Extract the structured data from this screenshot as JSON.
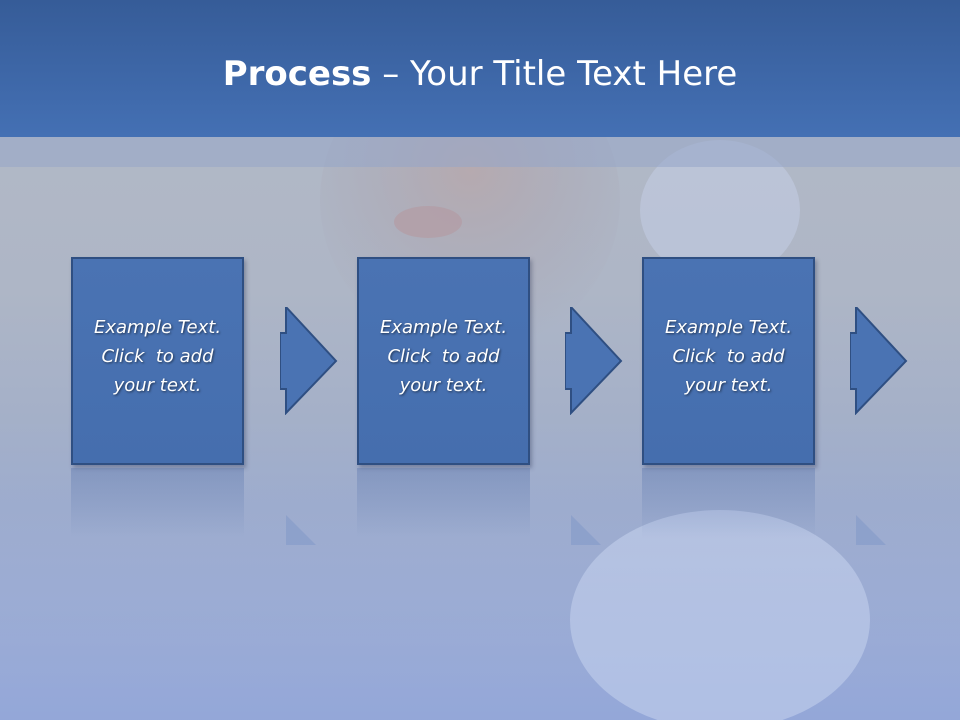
{
  "title": {
    "bold": "Process",
    "rest": " – Your Title Text Here"
  },
  "steps": [
    {
      "line1": "Example Text.",
      "line2": "Click  to add",
      "line3": "your text."
    },
    {
      "line1": "Example Text.",
      "line2": "Click  to add",
      "line3": "your text."
    },
    {
      "line1": "Example Text.",
      "line2": "Click  to add",
      "line3": "your text."
    }
  ],
  "colors": {
    "header": "#4470b4",
    "box": "#4a73b3",
    "box_border": "#2f4f82"
  }
}
